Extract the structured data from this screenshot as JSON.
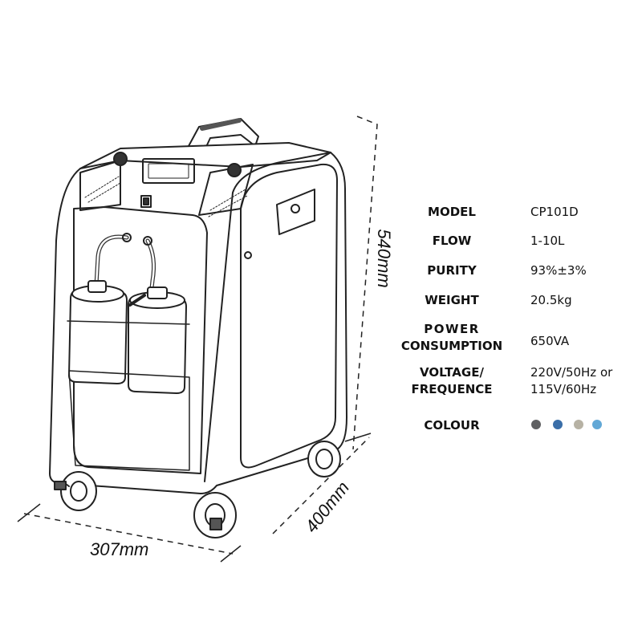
{
  "dimensions": {
    "height": "540mm",
    "width": "307mm",
    "depth": "400mm"
  },
  "specs": {
    "model": {
      "label": "MODEL",
      "value": "CP101D"
    },
    "flow": {
      "label": "FLOW",
      "value": "1-10L"
    },
    "purity": {
      "label": "PURITY",
      "value": "93%±3%"
    },
    "weight": {
      "label": "WEIGHT",
      "value": "20.5kg"
    },
    "power": {
      "label_line1": "POWER",
      "label_line2": "CONSUMPTION",
      "value": "650VA"
    },
    "voltage": {
      "label_line1": "VOLTAGE/",
      "label_line2": "FREQUENCE",
      "value_line1": "220V/50Hz or",
      "value_line2": "115V/60Hz"
    },
    "colour": {
      "label": "COLOUR",
      "swatches": [
        "#5f6062",
        "#3a6ea8",
        "#b7b2a4",
        "#62a8d6"
      ]
    }
  }
}
